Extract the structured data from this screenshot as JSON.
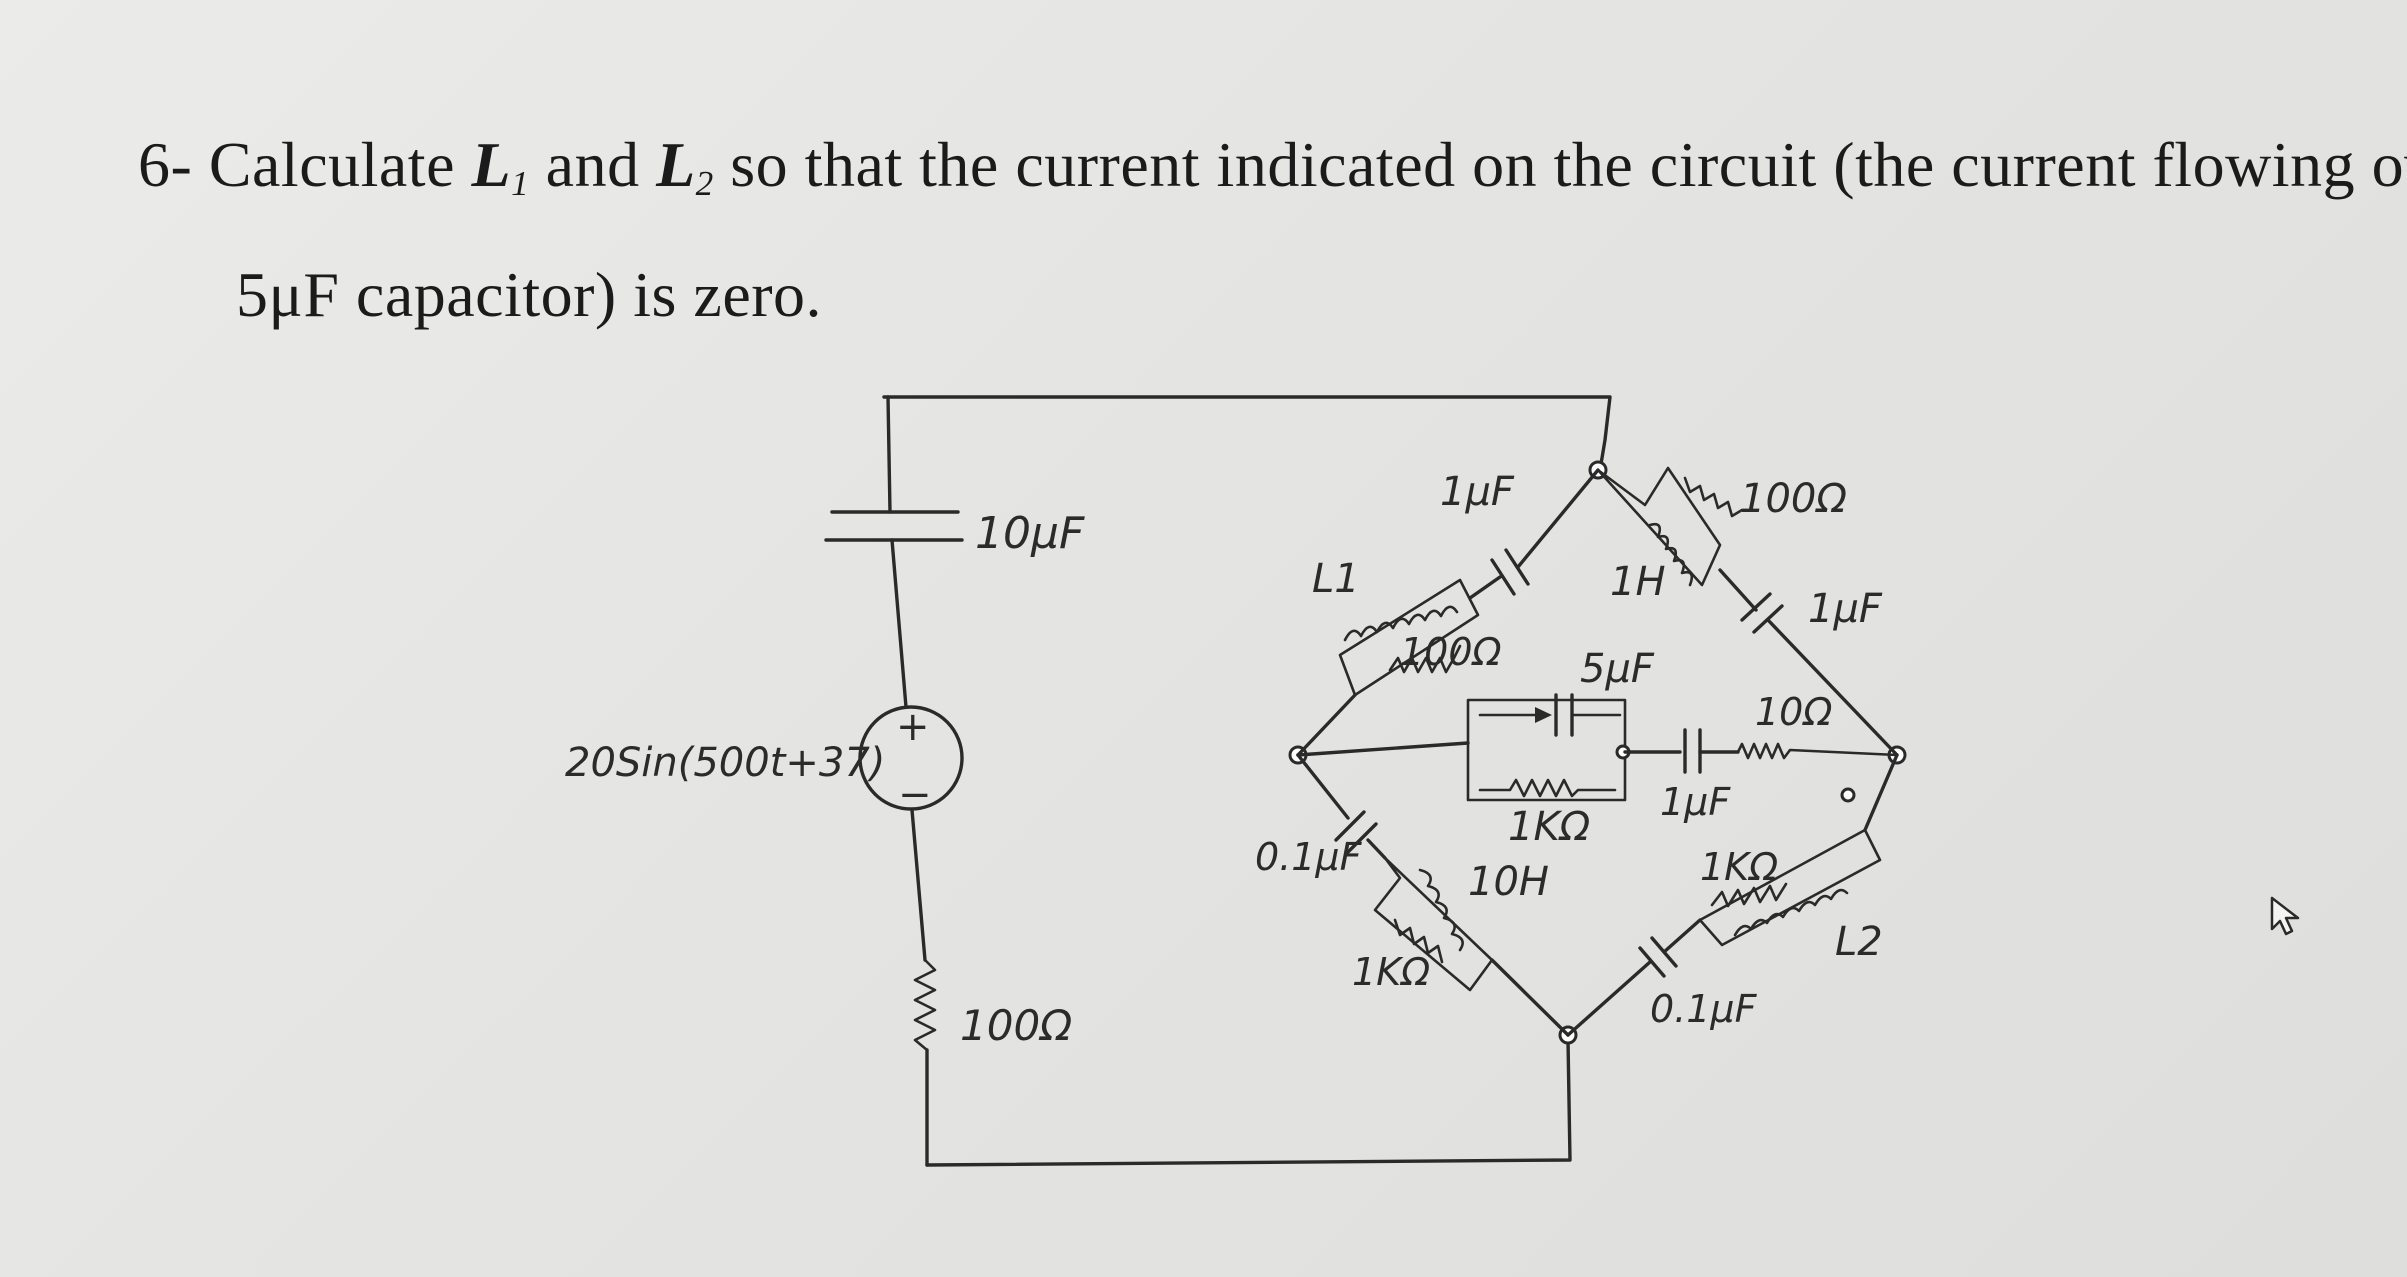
{
  "question": {
    "number": "6-",
    "part1": "Calculate",
    "L1_letter": "L",
    "L1_sub": "1",
    "and": "and",
    "L2_letter": "L",
    "L2_sub": "2",
    "part2": "so that the current indicated on the circuit (the current flowing over",
    "line2": "5μF capacitor) is zero."
  },
  "circuit": {
    "labels": {
      "source_cap": "10μF",
      "source": "20Sin(500t+37)",
      "source_plus": "+",
      "source_minus": "−",
      "source_res": "100Ω",
      "L1": "L1",
      "L2": "L2",
      "ul_cap": "1μF",
      "ul_res": "100Ω",
      "ur_res": "100Ω",
      "ur_ind": "1H",
      "ur_cap": "1μF",
      "mid_cap": "5μF",
      "mid_res": "1KΩ",
      "mid_cap2": "1μF",
      "mid_res2": "10Ω",
      "ll_cap": "0.1μF",
      "ll_ind": "10H",
      "ll_res": "1KΩ",
      "lr_res": "1KΩ",
      "lr_cap": "0.1μF"
    }
  },
  "cursor": {
    "icon": "mouse-pointer-icon"
  }
}
